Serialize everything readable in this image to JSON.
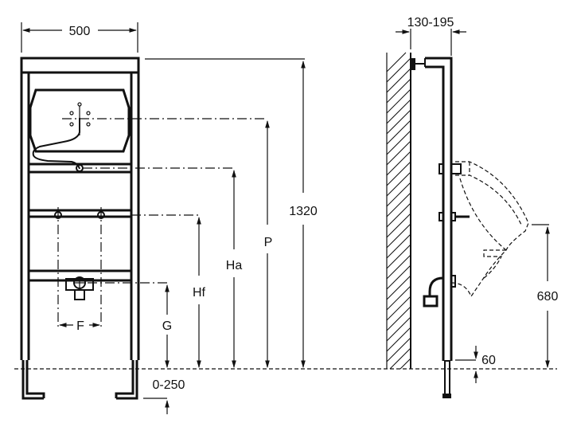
{
  "drawing": {
    "front_view": {
      "width_dimension": "500",
      "height_total": "1320",
      "labels": {
        "P": "P",
        "Ha": "Ha",
        "Hf": "Hf",
        "G": "G",
        "F": "F"
      },
      "foot_adjustment": "0-250"
    },
    "side_view": {
      "depth_dimension": "130-195",
      "bowl_height": "680",
      "floor_offset": "60"
    }
  }
}
